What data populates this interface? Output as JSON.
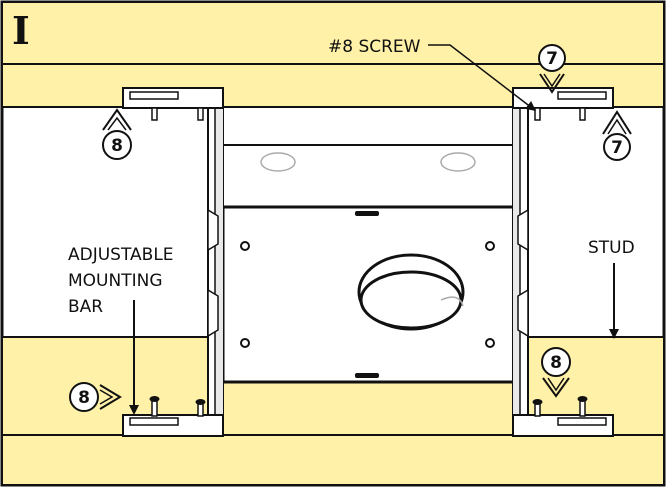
{
  "panel": {
    "letter": "I"
  },
  "colors": {
    "wood": "#fff1a8",
    "background": "#ffffff",
    "outline": "#111111",
    "metal": "#ffffff",
    "metal_shade": "#e9e9e9"
  },
  "labels": {
    "screw": "#8 SCREW",
    "mounting_bar_line1": "ADJUSTABLE",
    "mounting_bar_line2": "MOUNTING",
    "mounting_bar_line3": "BAR",
    "stud": "STUD"
  },
  "steps": {
    "top_right_upper": "7",
    "top_right_side": "7",
    "top_left": "8",
    "bottom_left": "8",
    "bottom_right": "8"
  }
}
